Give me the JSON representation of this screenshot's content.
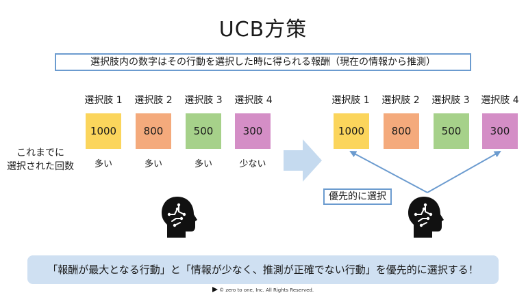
{
  "title": "UCB方策",
  "note": "選択肢内の数字はその行動を選択した時に得られる報酬（現在の情報から推測）",
  "row_label_line1": "これまでに",
  "row_label_line2": "選択された回数",
  "options": [
    {
      "label": "選択肢 1",
      "reward": "1000",
      "freq": "多い",
      "color": "#fbd55c"
    },
    {
      "label": "選択肢 2",
      "reward": "800",
      "freq": "多い",
      "color": "#f4aa7c"
    },
    {
      "label": "選択肢 3",
      "reward": "500",
      "freq": "多い",
      "color": "#a6d18a"
    },
    {
      "label": "選択肢 4",
      "reward": "300",
      "freq": "少ない",
      "color": "#d48ec6"
    }
  ],
  "selection_tag": "優先的に選択",
  "summary": "「報酬が最大となる行動」と「情報が少なく、推測が正確でない行動」を優先的に選択する！",
  "footer": "©  zero to one, Inc. All Rights Reserved.",
  "colors": {
    "accent": "#6b9bcf",
    "summary_bg": "#cfe0f2",
    "big_arrow": "#c5daef"
  },
  "icons": {
    "head": "brain-head-icon",
    "arrow": "right-arrow-icon",
    "logo": "play-logo-icon"
  }
}
